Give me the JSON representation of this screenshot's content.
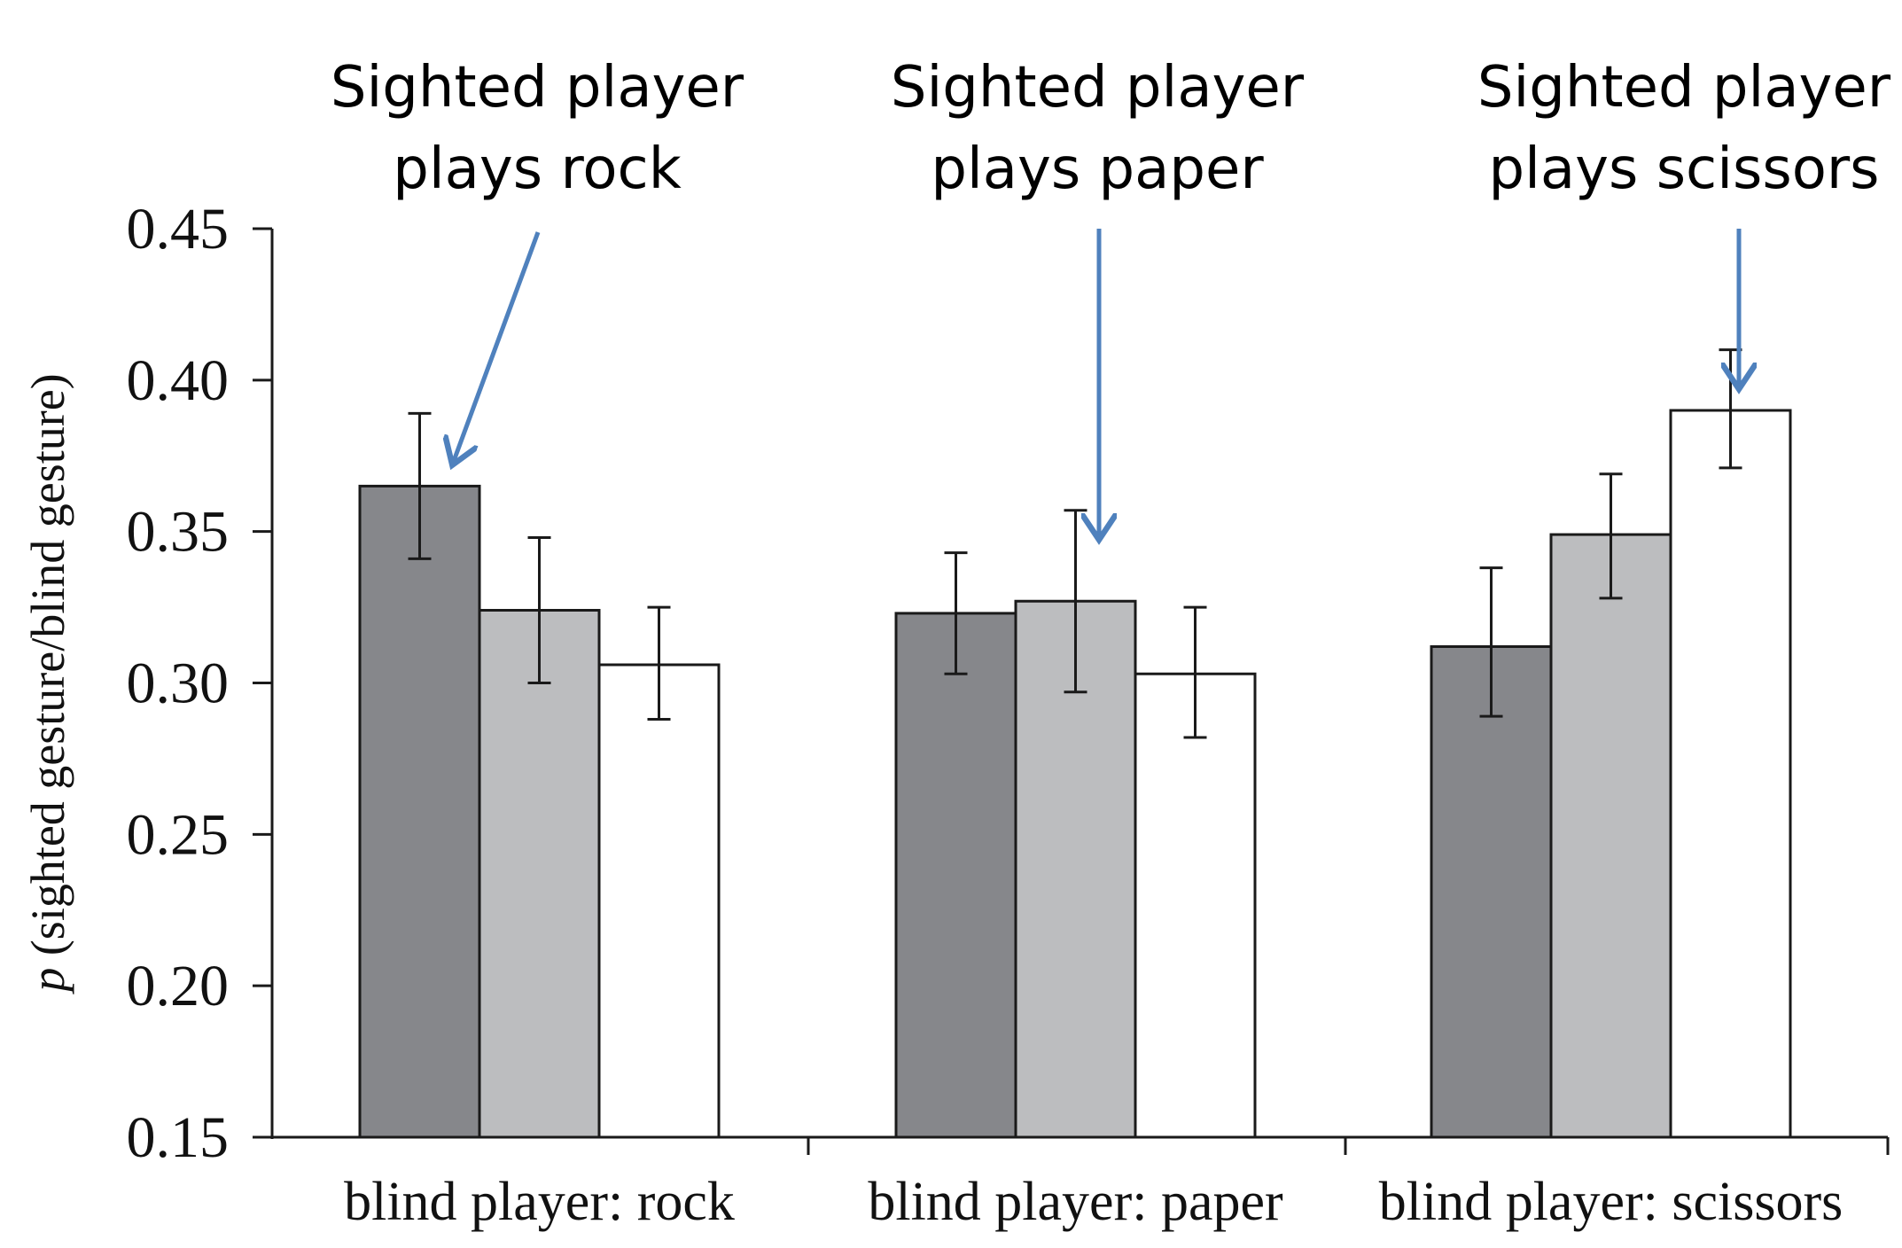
{
  "chart_data": {
    "type": "bar",
    "ylabel_italic": "p",
    "ylabel": "(sighted gesture/blind gesture)",
    "ylim": [
      0.15,
      0.45
    ],
    "yticks": [
      "0.15",
      "0.20",
      "0.25",
      "0.30",
      "0.35",
      "0.40",
      "0.45"
    ],
    "categories": [
      "blind player: rock",
      "blind player: paper",
      "blind player: scissors"
    ],
    "series": [
      {
        "color": "#86878b",
        "values": [
          0.365,
          0.323,
          0.312
        ],
        "error_low": [
          0.341,
          0.303,
          0.289
        ],
        "error_high": [
          0.389,
          0.343,
          0.338
        ]
      },
      {
        "color": "#bcbdbf",
        "values": [
          0.324,
          0.327,
          0.349
        ],
        "error_low": [
          0.3,
          0.297,
          0.328
        ],
        "error_high": [
          0.348,
          0.357,
          0.369
        ]
      },
      {
        "color": "#ffffff",
        "values": [
          0.306,
          0.303,
          0.39
        ],
        "error_low": [
          0.288,
          0.282,
          0.371
        ],
        "error_high": [
          0.325,
          0.325,
          0.41
        ]
      }
    ],
    "annotations": [
      {
        "lines": [
          "Sighted player",
          "plays rock"
        ],
        "target_category": 0,
        "target_series": 0
      },
      {
        "lines": [
          "Sighted player",
          "plays paper"
        ],
        "target_category": 1,
        "target_series": 1
      },
      {
        "lines": [
          "Sighted player",
          "plays scissors"
        ],
        "target_category": 2,
        "target_series": 2
      }
    ],
    "grid": false,
    "arrow_color": "#4f81bd"
  }
}
